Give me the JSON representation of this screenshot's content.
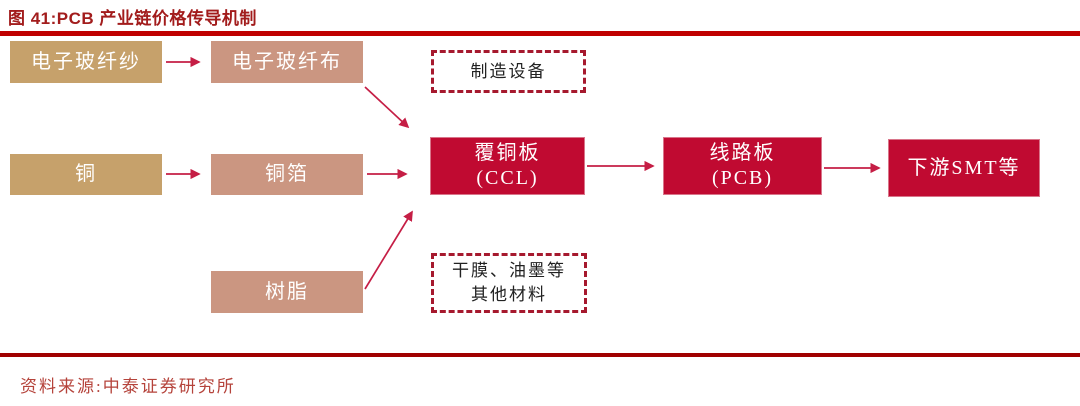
{
  "figure": {
    "title": "图 41:PCB 产业链价格传导机制",
    "source": "资料来源:中泰证券研究所"
  },
  "colors": {
    "title_red": "#A21C1C",
    "bar_top": "#C00000",
    "bar_bottom": "#A00000",
    "node_tan": "#C6A16B",
    "node_salmon": "#CB9681",
    "node_crimson": "#C00A31",
    "arrow": "#C51E45",
    "dashed_border": "#A6192E",
    "source_text": "#B5433B"
  },
  "diagram": {
    "nodes": {
      "yarn": {
        "label": "电子玻纤纱"
      },
      "cloth": {
        "label": "电子玻纤布"
      },
      "equipment": {
        "label": "制造设备"
      },
      "copper": {
        "label": "铜"
      },
      "copper_foil": {
        "label": "铜箔"
      },
      "ccl": {
        "line1": "覆铜板",
        "line2": "(CCL)"
      },
      "pcb": {
        "line1": "线路板",
        "line2": "(PCB)"
      },
      "smt": {
        "label": "下游SMT等"
      },
      "resin": {
        "label": "树脂"
      },
      "other_materials": {
        "line1": "干膜、油墨等",
        "line2": "其他材料"
      }
    },
    "edges": [
      {
        "from": "电子玻纤纱",
        "to": "电子玻纤布"
      },
      {
        "from": "电子玻纤布",
        "to": "覆铜板(CCL)"
      },
      {
        "from": "铜",
        "to": "铜箔"
      },
      {
        "from": "铜箔",
        "to": "覆铜板(CCL)"
      },
      {
        "from": "树脂",
        "to": "覆铜板(CCL)"
      },
      {
        "from": "覆铜板(CCL)",
        "to": "线路板(PCB)"
      },
      {
        "from": "线路板(PCB)",
        "to": "下游SMT等"
      }
    ]
  }
}
